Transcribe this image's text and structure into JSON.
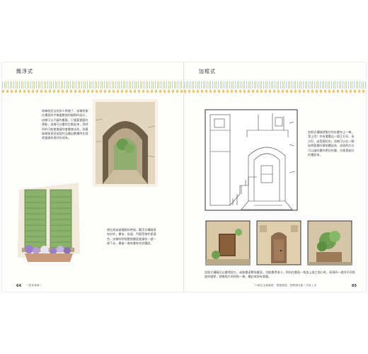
{
  "left_page": {
    "section_title": "飄浮式",
    "para1": "熟練地訊法則多少時間了，這樣就會在畫面的中掌握整個的細節的部分，這樣可以不厭的畫著，只重要重要的景點，這樣可以畫的生動起來，用時四的可能會會讓你會畫會成為，到最後最後直到這個作品繪出數畫時在就就會讓你很好的成為。",
    "para2": "想在過或者鐘都的時候，飄浮式構圖很有好的，書本、街道、門窗等物件都適合，這樣的時候整個畫面會讓你一邊一邊下去，最後一邊來畫來完成畫面。",
    "page_number": "64",
    "running_title": "一起來畫畫 I"
  },
  "right_page": {
    "section_title": "加框式",
    "para1": "加框式構圖就像在的在畫布上一樣，我上用！先有選畫出一個正方形、長方形、或是圓形的，這樣可以在一開始將要畫的景物畫起來，這個的方式可以讓你畫的更好的畫，也像是較好的畫起來。",
    "para2": "加框式構圖可以畫得很大，或能畫滿整張畫面，也能畫得很小，例如在畫面一角加上兩三個小框，表現同一處的不同角度與細節，就像照片的拼貼一樣，畫起來很有樂趣。",
    "page_number": "65",
    "running_title": "73個生活畫練習，電腦素描，零基礎也能一次就上手"
  },
  "colors": {
    "stripe_blue": "#9fc9dc",
    "stripe_yellow": "#e0b23a",
    "stripe_green": "#b7d79c",
    "shutter_green": "#8bb26a"
  }
}
